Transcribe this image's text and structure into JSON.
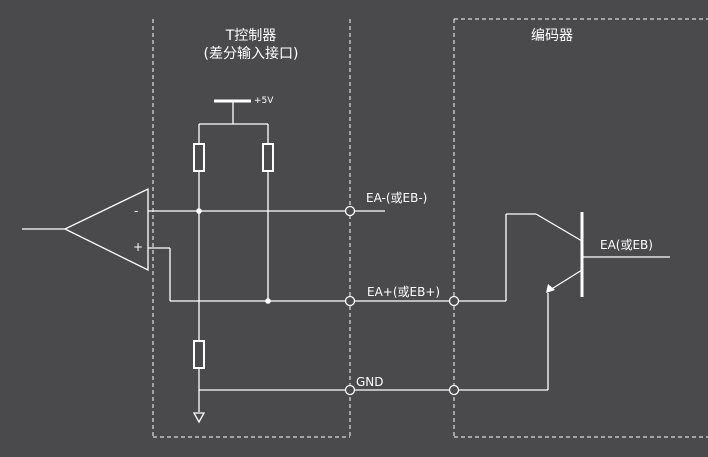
{
  "colors": {
    "background": "#4a4a4d",
    "line": "#ffffff",
    "dashed_border": "#ffffff"
  },
  "controller": {
    "title": "T控制器",
    "subtitle": "(差分输入接口)"
  },
  "encoder": {
    "title": "编码器",
    "output_label": "EA(或EB)"
  },
  "supply": {
    "label": "+5V"
  },
  "opamp": {
    "minus_label": "-",
    "plus_label": "+"
  },
  "signals": {
    "ea_minus": "EA-(或EB-)",
    "ea_plus": "EA+(或EB+)",
    "gnd": "GND"
  }
}
